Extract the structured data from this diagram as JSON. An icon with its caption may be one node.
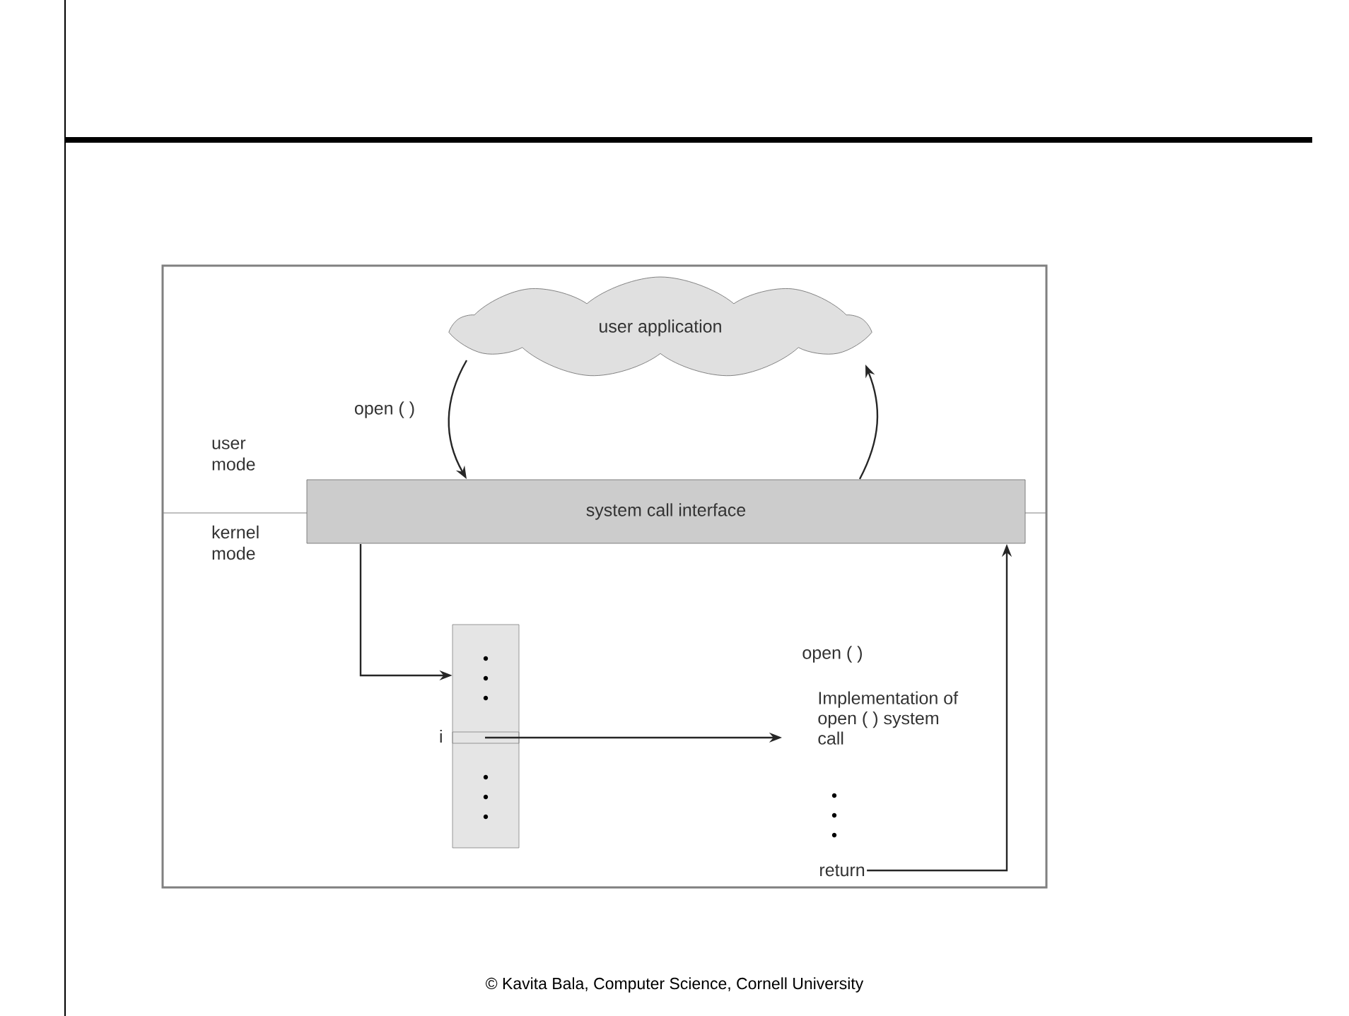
{
  "diagram": {
    "nodes": [
      {
        "text": [
          "user application"
        ]
      },
      {
        "text": [
          "system call interface"
        ]
      },
      {
        "text": [],
        "shape": "box",
        "beside": [
          "i"
        ]
      },
      {
        "text": [
          "open ( )",
          "Implementation of open ( ) system call"
        ]
      },
      {
        "text": [
          "return"
        ]
      }
    ],
    "edges": [
      {
        "from": 0,
        "to": 1,
        "arrow": "to",
        "label": "open ( )"
      },
      {
        "from": 1,
        "to": 0,
        "arrow": "to"
      },
      {
        "from": 1,
        "to": 2,
        "arrow": "to"
      },
      {
        "from": 2,
        "to": 3,
        "arrow": "to"
      },
      {
        "from": 4,
        "to": 1,
        "arrow": "to"
      }
    ],
    "labels": [
      "user mode",
      "kernel mode",
      "© Kavita Bala, Computer Science, Cornell University"
    ]
  }
}
